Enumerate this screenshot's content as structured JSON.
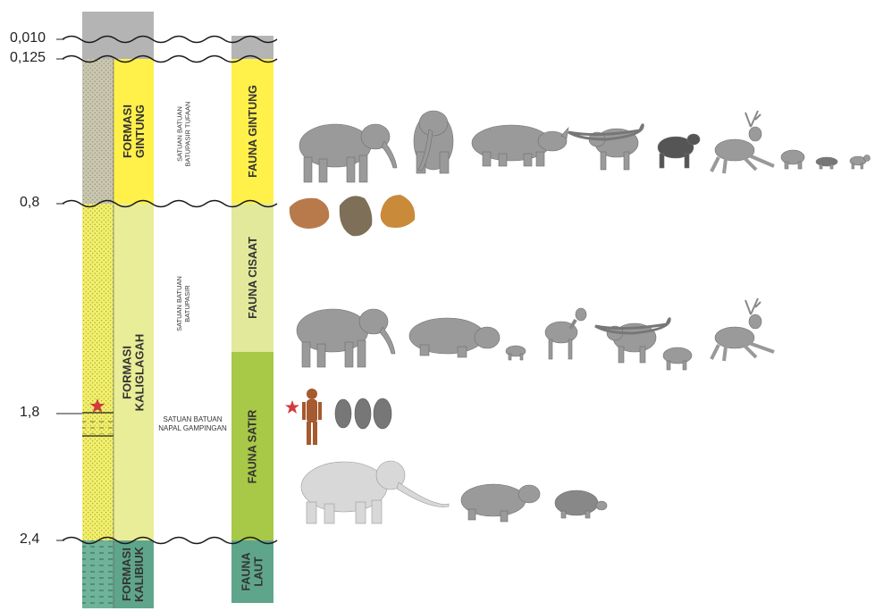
{
  "timeline": {
    "ticks": [
      "0,010",
      "0,125",
      "0,8",
      "1,8",
      "2,4"
    ]
  },
  "formations": [
    {
      "line1": "FORMASI",
      "line2": "GINTUNG",
      "color": "#fff04a"
    },
    {
      "line1": "FORMASI",
      "line2": "KALIGLAGAH",
      "color": "#e9ed97"
    },
    {
      "line1": "FORMASI",
      "line2": "KALIBIUK",
      "color": "#5fa58c"
    }
  ],
  "units": [
    {
      "line1": "SATUAN BATUAN",
      "line2": "BATUPASIR TUFAAN"
    },
    {
      "line1": "SATUAN BATUAN",
      "line2": "BATUPASIR"
    },
    {
      "line1": "SATUAN BATUAN",
      "line2": "NAPAL GAMPINGAN"
    }
  ],
  "faunas": [
    {
      "name": "FAUNA GINTUNG",
      "color": "#fff04a"
    },
    {
      "name": "FAUNA CISAAT",
      "color": "#e2e99b"
    },
    {
      "name": "FAUNA SATIR",
      "color": "#a8c847"
    },
    {
      "line1": "FAUNA",
      "line2": "LAUT",
      "color": "#5fa58c"
    }
  ],
  "colors": {
    "holocene": "#b4b4b4",
    "star": "#d13b3b",
    "animal": "#9a9a9a",
    "stone_tool_1": "#b87a4b",
    "stone_tool_2": "#7d6f58",
    "stone_tool_3": "#c98a3a"
  },
  "icons": [
    "stegodon-icon",
    "elephas-icon",
    "rhinoceros-icon",
    "bubalus-icon",
    "tapir-icon",
    "deer-icon",
    "pig-icon",
    "small-mammal-icon",
    "macaque-icon",
    "stone-tool-icon",
    "hippopotamus-icon",
    "banteng-icon",
    "hominid-icon",
    "mammoth-stegodon-icon",
    "pygmy-hippo-icon",
    "tortoise-icon",
    "star-icon"
  ]
}
